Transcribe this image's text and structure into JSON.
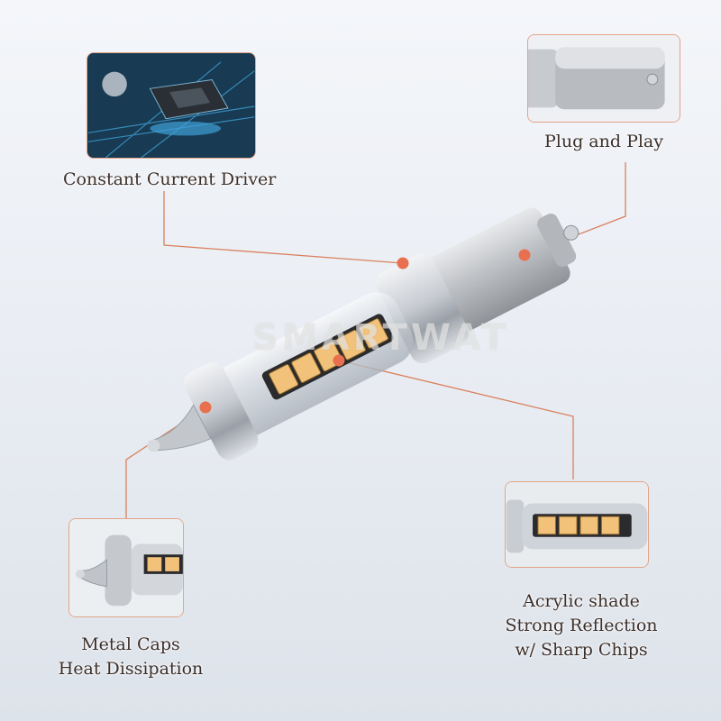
{
  "callouts": {
    "driver": {
      "label": "Constant Current Driver"
    },
    "plug": {
      "label": "Plug and Play"
    },
    "shade": {
      "lines": [
        "Acrylic shade",
        "Strong Reflection",
        "w/ Sharp Chips"
      ]
    },
    "caps": {
      "lines": [
        "Metal Caps",
        "Heat Dissipation"
      ]
    }
  },
  "watermark": "SMARTWAT",
  "colors": {
    "accent": "#e8704f",
    "leader_line": "#d9805f",
    "chip": "#f2c27a",
    "metal": "#c8ccd2",
    "circuit_blue": "#3fa0d6"
  }
}
